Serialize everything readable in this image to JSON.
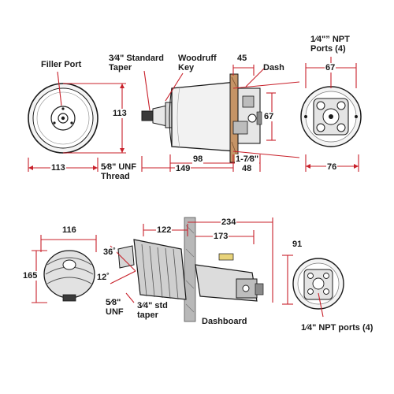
{
  "accent_color": "#c8202a",
  "labels": {
    "filler_port": "Filler Port",
    "standard_taper_line1": "3⁄4\" Standard",
    "standard_taper_line2": "Taper",
    "woodruff_line1": "Woodruff",
    "woodruff_line2": "Key",
    "dash_top": "Dash",
    "npt_top_line1": "1⁄4\"” NPT",
    "npt_top_line2": "Ports (4)",
    "unf_thread_line1": "5⁄8\" UNF",
    "unf_thread_line2": "Thread",
    "unf_bottom_line1": "5⁄8\"",
    "unf_bottom_line2": "UNF",
    "std_taper_line1": "3⁄4\" std",
    "std_taper_line2": "taper",
    "dashboard": "Dashboard",
    "npt_bottom": "1⁄4\" NPT ports (4)"
  },
  "dimensions": {
    "d45": "45",
    "d67_top": "67",
    "d113_vertical": "113",
    "d67_side": "67",
    "d98": "98",
    "d1_7_8": "1-7⁄8\"",
    "d48": "48",
    "d113_width": "113",
    "d149": "149",
    "d76": "76",
    "d116": "116",
    "d122": "122",
    "d234": "234",
    "d173": "173",
    "d91": "91",
    "d36": "36˚",
    "d12": "12˚",
    "d165": "165"
  }
}
